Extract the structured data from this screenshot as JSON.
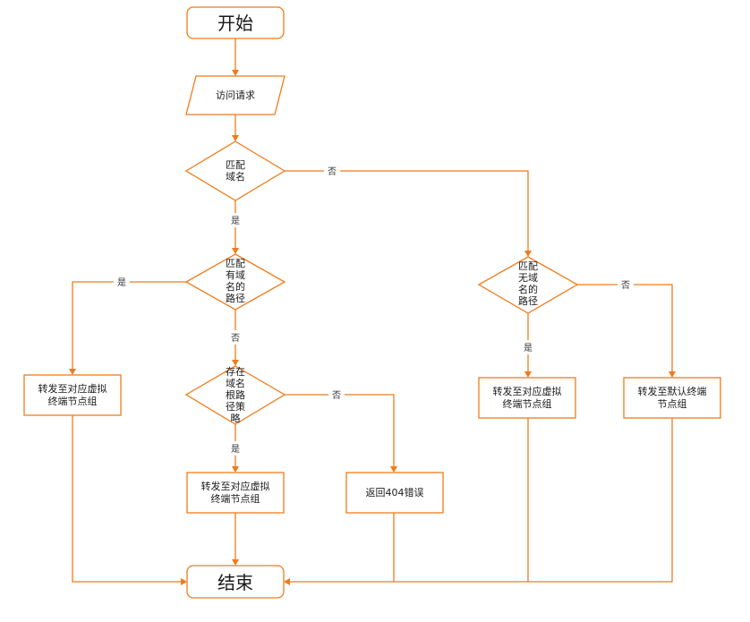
{
  "nodes": {
    "start": {
      "label": "开始"
    },
    "access_request": {
      "label": "访问请求"
    },
    "match_domain": {
      "lines": [
        "匹配",
        "域名"
      ]
    },
    "match_path_with_domain": {
      "lines": [
        "匹配",
        "有域",
        "名的",
        "路径"
      ]
    },
    "match_path_no_domain": {
      "lines": [
        "匹配",
        "无域",
        "名的",
        "路径"
      ]
    },
    "has_root_path_policy": {
      "lines": [
        "存在",
        "域名",
        "根路",
        "径策",
        "略"
      ]
    },
    "forward_virtual_group_left": {
      "lines": [
        "转发至对应虚拟",
        "终端节点组"
      ]
    },
    "forward_virtual_group_mid": {
      "lines": [
        "转发至对应虚拟",
        "终端节点组"
      ]
    },
    "forward_virtual_group_right": {
      "lines": [
        "转发至对应虚拟",
        "终端节点组"
      ]
    },
    "forward_default_group": {
      "lines": [
        "转发至默认终端",
        "节点组"
      ]
    },
    "return_404": {
      "label": "返回404错误"
    },
    "end": {
      "label": "结束"
    }
  },
  "edge_labels": {
    "match_domain_no": "否",
    "match_domain_yes": "是",
    "path_with_domain_yes": "是",
    "path_with_domain_no": "否",
    "root_policy_no": "否",
    "root_policy_yes": "是",
    "path_no_domain_yes": "是",
    "path_no_domain_no": "否"
  },
  "colors": {
    "accent": "#f07b1a",
    "text": "#1a1a1a"
  }
}
